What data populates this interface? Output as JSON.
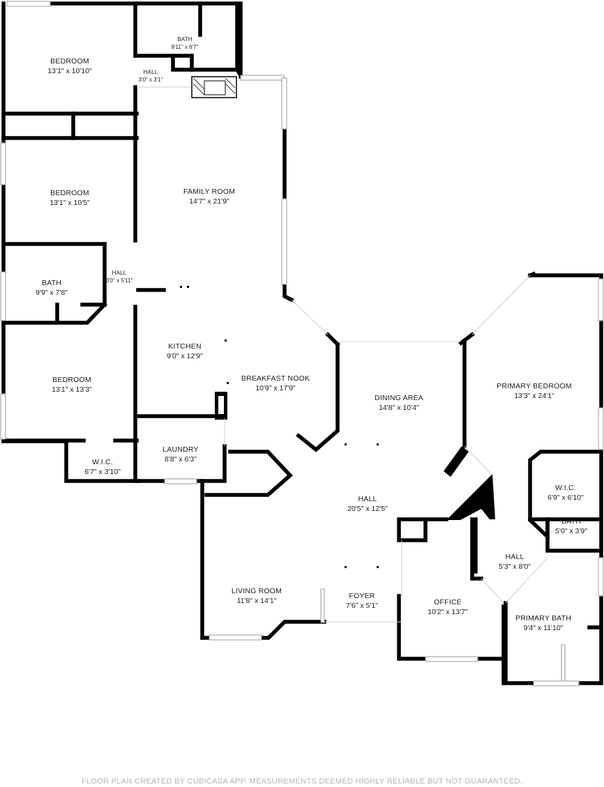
{
  "rooms": {
    "bedroom1": {
      "name": "BEDROOM",
      "dim": "13'1\" x 10'10\""
    },
    "bath1": {
      "name": "BATH",
      "dim": "9'11\" x 6'7\""
    },
    "hall1": {
      "name": "HALL",
      "dim": "3'0\" x 3'1\""
    },
    "bedroom2": {
      "name": "BEDROOM",
      "dim": "13'1\" x 10'5\""
    },
    "family_room": {
      "name": "FAMILY ROOM",
      "dim": "14'7\" x 21'9\""
    },
    "bath2": {
      "name": "BATH",
      "dim": "9'9\" x 7'8\""
    },
    "hall2": {
      "name": "HALL",
      "dim": "3'0\" x 5'11\""
    },
    "kitchen": {
      "name": "KITCHEN",
      "dim": "9'0\" x 12'9\""
    },
    "bedroom3": {
      "name": "BEDROOM",
      "dim": "13'1\" x 13'3\""
    },
    "breakfast_nook": {
      "name": "BREAKFAST NOOK",
      "dim": "10'9\" x 17'9\""
    },
    "dining_area": {
      "name": "DINING AREA",
      "dim": "14'8\" x 10'4\""
    },
    "primary_bedroom": {
      "name": "PRIMARY BEDROOM",
      "dim": "13'3\" x 24'1\""
    },
    "wic1": {
      "name": "W.I.C.",
      "dim": "6'7\" x 3'10\""
    },
    "laundry": {
      "name": "LAUNDRY",
      "dim": "8'8\" x 6'3\""
    },
    "wic2": {
      "name": "W.I.C.",
      "dim": "6'9\" x 6'10\""
    },
    "hall_main": {
      "name": "HALL",
      "dim": "20'5\" x 12'5\""
    },
    "bath3": {
      "name": "BATH",
      "dim": "5'0\" x 3'9\""
    },
    "hall3": {
      "name": "HALL",
      "dim": "5'3\" x 8'0\""
    },
    "living_room": {
      "name": "LIVING ROOM",
      "dim": "11'8\" x 14'1\""
    },
    "foyer": {
      "name": "FOYER",
      "dim": "7'6\" x 5'1\""
    },
    "office": {
      "name": "OFFICE",
      "dim": "10'2\" x 13'7\""
    },
    "primary_bath": {
      "name": "PRIMARY BATH",
      "dim": "9'4\" x 11'10\""
    }
  },
  "footer": "FLOOR PLAN CREATED BY CUBICASA APP. MEASUREMENTS DEEMED HIGHLY RELIABLE BUT NOT GUARANTEED."
}
